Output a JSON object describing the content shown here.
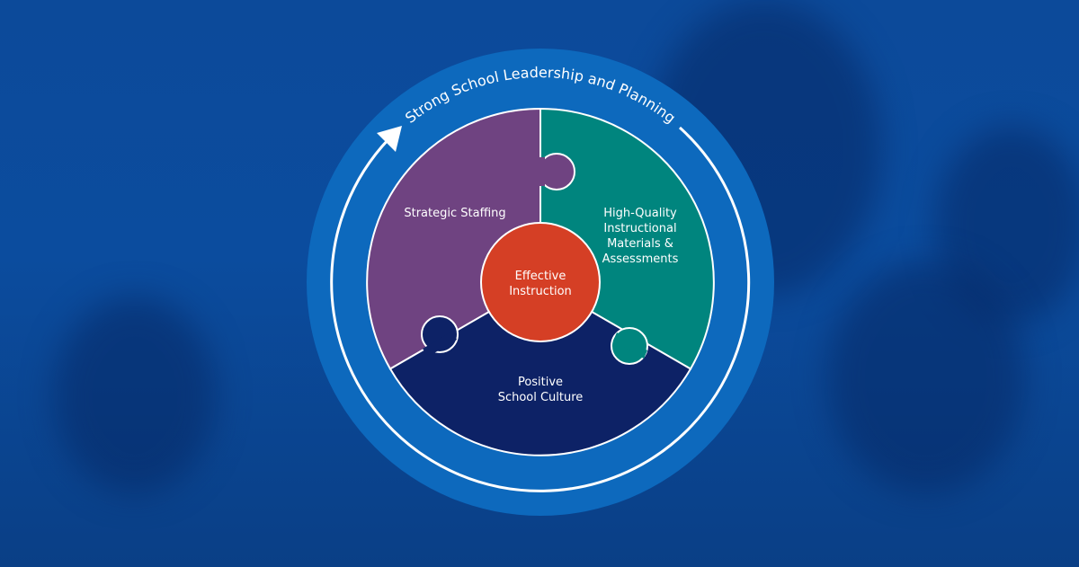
{
  "ring_label": "Strong School Leadership and Planning",
  "center": {
    "line1": "Effective",
    "line2": "Instruction"
  },
  "segments": {
    "staffing": "Strategic Staffing",
    "materials": [
      "High-Quality",
      "Instructional",
      "Materials &",
      "Assessments"
    ],
    "culture": [
      "Positive",
      "School Culture"
    ]
  },
  "colors": {
    "background": "#0b4a9c",
    "outer_disc": "#0d69bd",
    "staffing": "#6f4381",
    "materials": "#00857e",
    "culture": "#0d2266",
    "center": "#d53f25"
  }
}
